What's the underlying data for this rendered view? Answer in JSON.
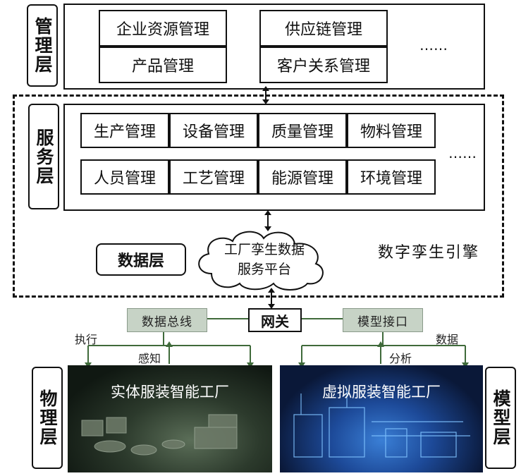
{
  "management": {
    "tag": "管理层",
    "items": [
      "企业资源管理",
      "产品管理",
      "供应链管理",
      "客户关系管理"
    ],
    "more": "……"
  },
  "service": {
    "tag": "服务层",
    "items": [
      "生产管理",
      "设备管理",
      "质量管理",
      "物料管理",
      "人员管理",
      "工艺管理",
      "能源管理",
      "环境管理"
    ],
    "more": "……"
  },
  "data_layer": {
    "tag": "数据层",
    "cloud": "工厂孪生数据服务平台",
    "engine": "数字孪生引擎"
  },
  "gateway": {
    "bus": "数据总线",
    "gateway": "网关",
    "model_if": "模型接口",
    "exec": "执行",
    "sense": "感知",
    "analyze": "分析",
    "data": "数据"
  },
  "physical": {
    "tag": "物理层",
    "title": "实体服装智能工厂"
  },
  "model": {
    "tag": "模型层",
    "title": "虚拟服装智能工厂"
  },
  "colors": {
    "line_green": "#3f6a3a",
    "tag_green": "#c7d3c6"
  }
}
